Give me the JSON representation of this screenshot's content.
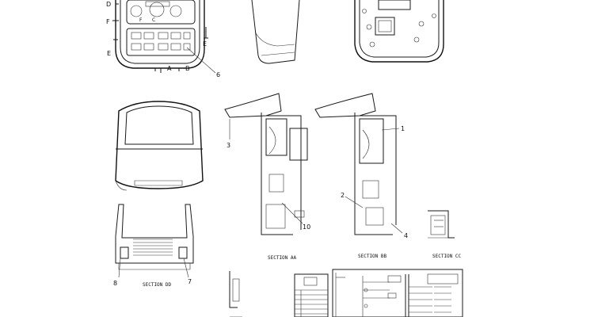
{
  "callouts": {
    "n1": "1",
    "n2": "2",
    "n3": "3",
    "n4": "4",
    "n6": "6",
    "n7": "7",
    "n8": "8",
    "n10": "10"
  },
  "section_marks": {
    "d": "D",
    "f": "F",
    "e_left": "E",
    "e_right": "E",
    "c": "C",
    "a": "A",
    "b": "B"
  },
  "section_titles": {
    "aa": "SECTION AA",
    "bb": "SECTION BB",
    "cc": "SECTION CC",
    "dd": "SECTION DD"
  }
}
